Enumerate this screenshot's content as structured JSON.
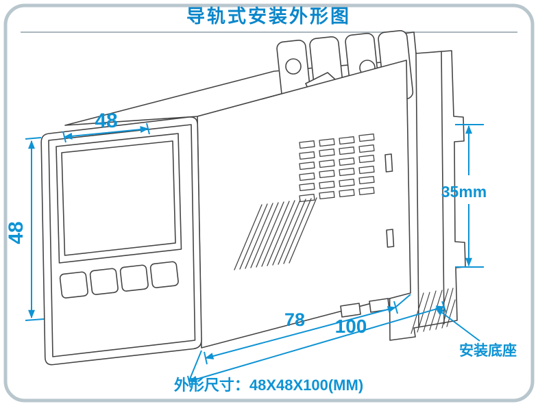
{
  "page": {
    "title": "导轨式安装外形图",
    "caption": "外形尺寸：48X48X100(MM)"
  },
  "diagram": {
    "type": "technical-outline-drawing",
    "dimensions": {
      "width_top": "48",
      "height_left": "48",
      "rail_height": "35mm",
      "body_depth": "78",
      "total_depth": "100"
    },
    "labels": {
      "mounting_base": "安装底座"
    }
  },
  "colors": {
    "accent_blue": "#0e93d4",
    "drawing_line": "#444444",
    "border_gray": "#b8c6cd"
  }
}
